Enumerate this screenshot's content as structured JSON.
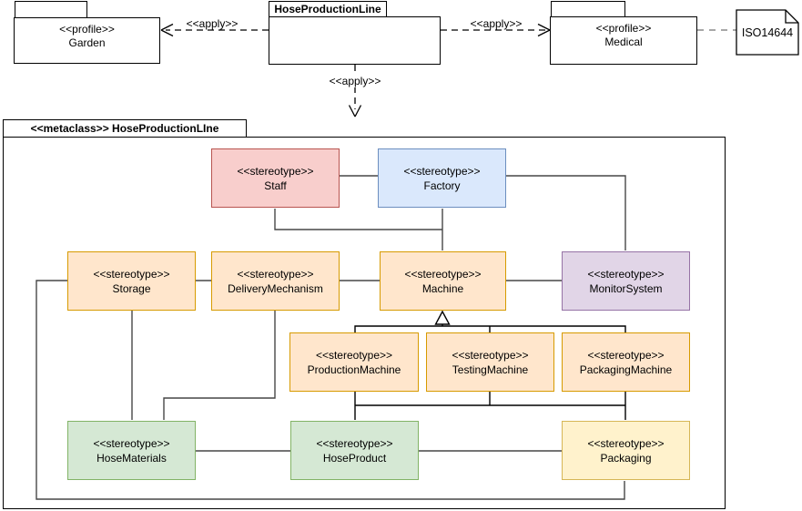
{
  "profiles": {
    "garden": {
      "keyword": "<<profile>>",
      "name": "Garden"
    },
    "medical": {
      "keyword": "<<profile>>",
      "name": "Medical"
    },
    "hose_production_line": {
      "name": "HoseProductionLine"
    }
  },
  "note": {
    "label": "ISO14644"
  },
  "apply": {
    "left": "<<apply>>",
    "right": "<<apply>>",
    "down": "<<apply>>"
  },
  "metaclass": {
    "tab_label": "<<metaclass>> HoseProductionLIne"
  },
  "stereotypes": {
    "staff": {
      "label": "<<stereotype>>",
      "name": "Staff",
      "fill": "#f8cecc",
      "border": "#b85450"
    },
    "factory": {
      "label": "<<stereotype>>",
      "name": "Factory",
      "fill": "#dae8fc",
      "border": "#6c8ebf"
    },
    "storage": {
      "label": "<<stereotype>>",
      "name": "Storage",
      "fill": "#ffe6cc",
      "border": "#d79b00"
    },
    "delivery_mechanism": {
      "label": "<<stereotype>>",
      "name": "DeliveryMechanism",
      "fill": "#ffe6cc",
      "border": "#d79b00"
    },
    "machine": {
      "label": "<<stereotype>>",
      "name": "Machine",
      "fill": "#ffe6cc",
      "border": "#d79b00"
    },
    "monitor_system": {
      "label": "<<stereotype>>",
      "name": "MonitorSystem",
      "fill": "#e1d5e7",
      "border": "#9673a6"
    },
    "production_machine": {
      "label": "<<stereotype>>",
      "name": "ProductionMachine",
      "fill": "#ffe6cc",
      "border": "#d79b00"
    },
    "testing_machine": {
      "label": "<<stereotype>>",
      "name": "TestingMachine",
      "fill": "#ffe6cc",
      "border": "#d79b00"
    },
    "packaging_machine": {
      "label": "<<stereotype>>",
      "name": "PackagingMachine",
      "fill": "#ffe6cc",
      "border": "#d79b00"
    },
    "hose_materials": {
      "label": "<<stereotype>>",
      "name": "HoseMaterials",
      "fill": "#d5e8d4",
      "border": "#82b366"
    },
    "hose_product": {
      "label": "<<stereotype>>",
      "name": "HoseProduct",
      "fill": "#d5e8d4",
      "border": "#82b366"
    },
    "packaging": {
      "label": "<<stereotype>>",
      "name": "Packaging",
      "fill": "#fff2cc",
      "border": "#d6b656"
    }
  },
  "colors": {
    "connector": "#474747",
    "generalization": "#000000",
    "note_link": "#8a8a8a",
    "apply_arrow": "#000000"
  }
}
